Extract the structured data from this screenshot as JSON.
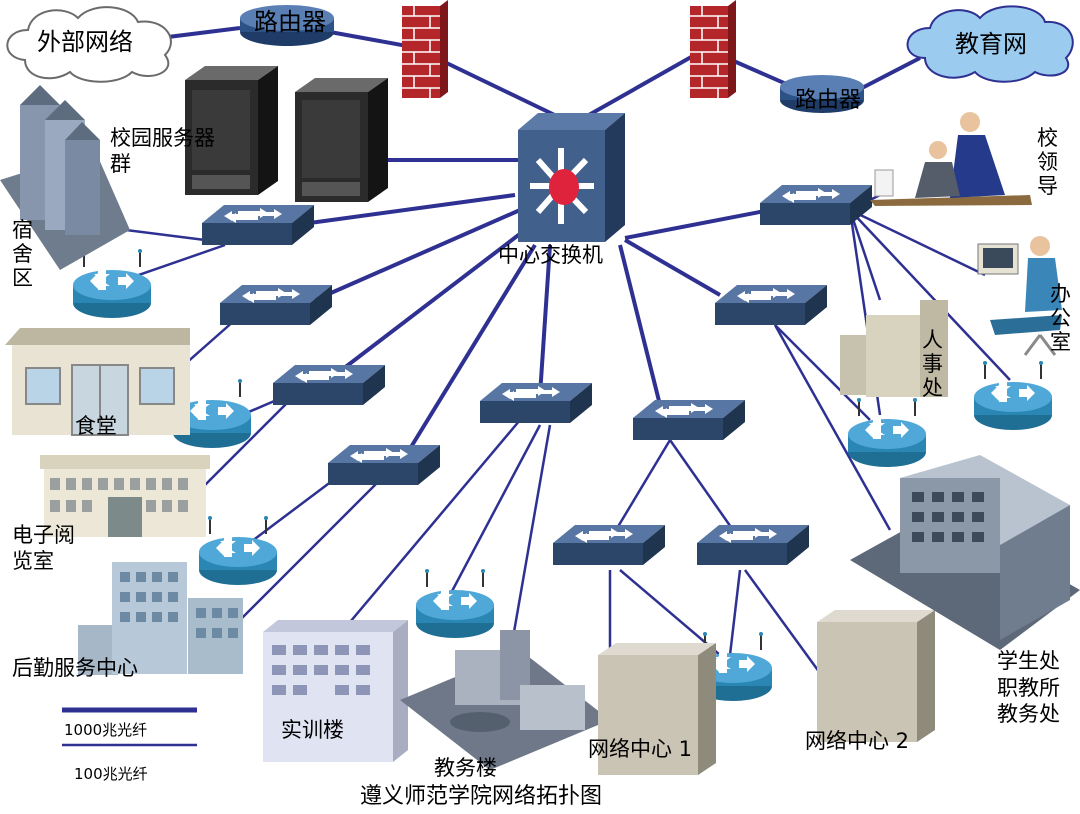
{
  "diagram": {
    "title": "遵义师范学院网络拓扑图",
    "center_switch_label": "中心交换机",
    "labels": {
      "external_network": "外部网络",
      "router_left": "路由器",
      "router_right": "路由器",
      "education_network": "教育网",
      "server_group": "校园服务器群",
      "dormitory": "宿舍区",
      "canteen": "食堂",
      "reading_room": "电子阅览室",
      "logistics": "后勤服务中心",
      "training_building": "实训楼",
      "academic_affairs_building": "教务楼",
      "network_center_1": "网络中心 1",
      "network_center_2": "网络中心 2",
      "school_leaders": "校领导",
      "office": "办公室",
      "hr_office": "人事处",
      "offices_group": "学生处职教所教务处"
    },
    "legend": [
      {
        "label": "1000兆光纤"
      },
      {
        "label": "100兆光纤"
      }
    ],
    "colors": {
      "link": "#2e3191",
      "switch_top": "#41608c",
      "switch_side": "#2c4669",
      "router": "#3d8fb8",
      "firewall": "#b5262a",
      "cloud": "#ffffff",
      "edu_cloud": "#9ccbf0"
    }
  }
}
